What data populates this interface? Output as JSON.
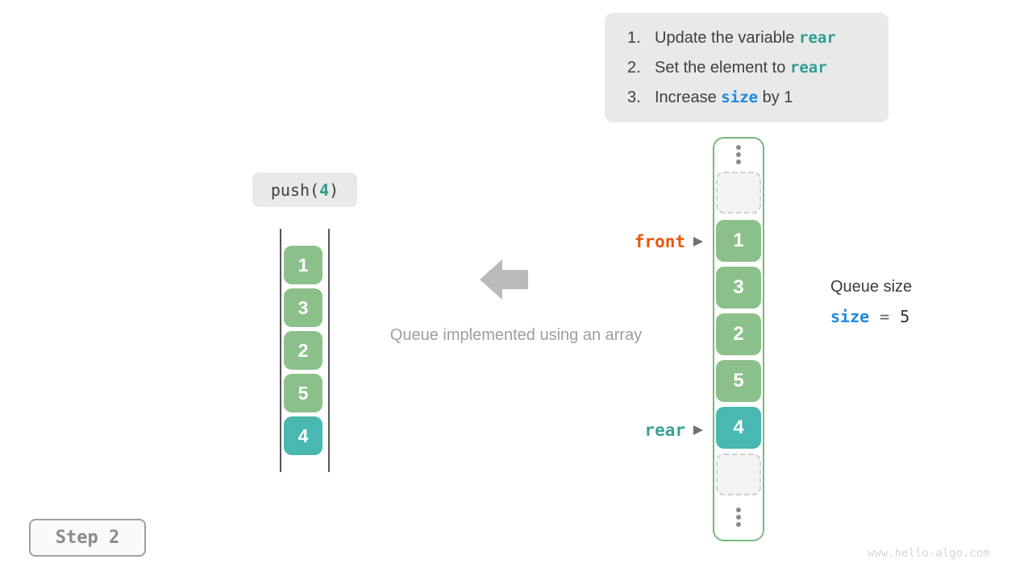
{
  "colors": {
    "cell_green": "#8cc08a",
    "cell_teal": "#49b8b0",
    "array_border_green": "#7cb87c",
    "code_teal": "#2d9d8e",
    "code_blue": "#1e88e5",
    "front_orange": "#ea560d",
    "rear_teal": "#3aa293",
    "panel_gray": "#e9e9e9"
  },
  "instructions": {
    "items": [
      {
        "number": "1.",
        "prefix": "Update the variable ",
        "code": "rear",
        "suffix": ""
      },
      {
        "number": "2.",
        "prefix": "Set the element to ",
        "code": "rear",
        "suffix": ""
      },
      {
        "number": "3.",
        "prefix": "Increase ",
        "code": "size",
        "suffix": " by 1"
      }
    ]
  },
  "push_label": {
    "prefix": "push(",
    "arg": "4",
    "suffix": ")"
  },
  "left_stack": {
    "values": [
      "1",
      "3",
      "2",
      "5",
      "4"
    ]
  },
  "caption": "Queue implemented using an array",
  "right_array": {
    "values": [
      "1",
      "3",
      "2",
      "5",
      "4"
    ]
  },
  "pointers": {
    "front": "front",
    "rear": "rear"
  },
  "queue_size": {
    "title": "Queue size",
    "variable": "size",
    "equals": "=",
    "value": "5"
  },
  "step_badge": "Step 2",
  "watermark": "www.hello-algo.com"
}
